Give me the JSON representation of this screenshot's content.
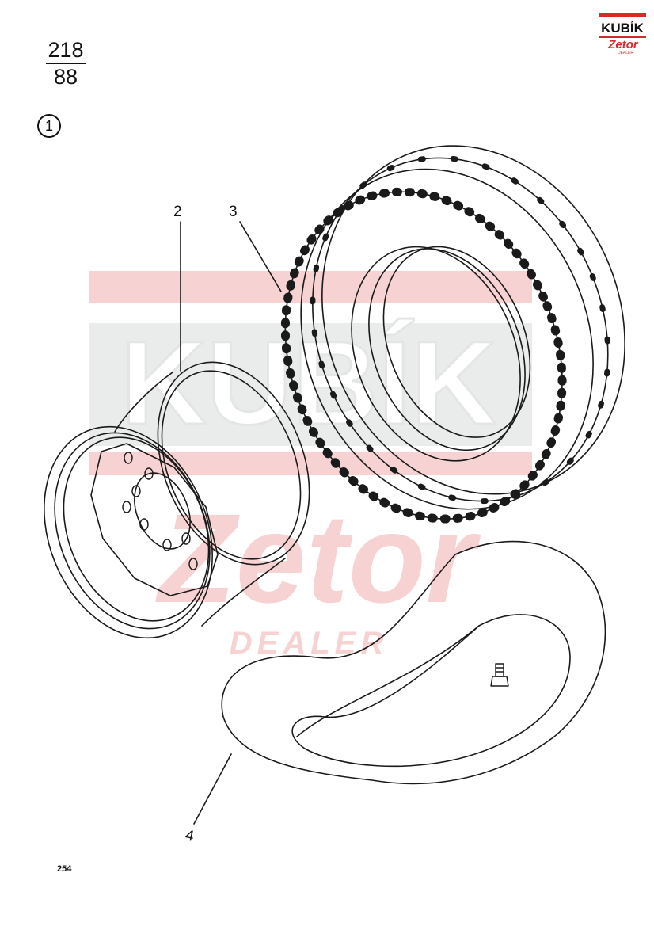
{
  "header": {
    "fraction_top": "218",
    "fraction_bottom": "88",
    "group_number": "1"
  },
  "callouts": {
    "rim": "2",
    "tyre": "3",
    "tube": "4"
  },
  "footer": {
    "page_number": "254"
  },
  "logo": {
    "line1": "KUBÍK",
    "line2": "Zetor",
    "line3": "DEALER",
    "accent_color": "#d42a2a"
  },
  "watermark": {
    "line1": "KUBÍK",
    "line2": "Zetor",
    "line3": "DEALER",
    "red_tint": "#f6d2d2",
    "gray_tint": "#eaecec"
  },
  "icons": {
    "valve": "valve-icon"
  }
}
